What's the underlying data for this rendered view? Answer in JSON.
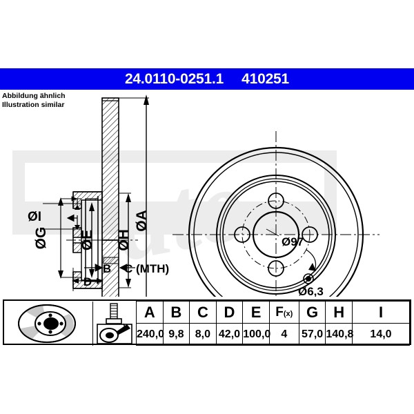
{
  "header": {
    "part_number": "24.0110-0251.1",
    "article_number": "410251",
    "bar_color": "#0000f0",
    "text_color": "#ffffff"
  },
  "note": {
    "line_de": "Abbildung ähnlich",
    "line_en": "Illustration similar"
  },
  "watermark": {
    "text": "ate",
    "registered_mark": "®",
    "color": "#ececec"
  },
  "drawing": {
    "section_view": {
      "labels": [
        {
          "id": "label-oe-i",
          "text": "ØI"
        },
        {
          "id": "label-oe-g",
          "text": "ØG"
        },
        {
          "id": "label-oe-e",
          "text": "ØE"
        },
        {
          "id": "label-oe-h",
          "text": "ØH"
        },
        {
          "id": "label-oe-a",
          "text": "ØA"
        },
        {
          "id": "label-fx",
          "text": "F(x)"
        },
        {
          "id": "label-b",
          "text": "B"
        },
        {
          "id": "label-c-mth",
          "text": "C (MTH)"
        },
        {
          "id": "label-d",
          "text": "D"
        }
      ]
    },
    "face_view": {
      "labels": [
        {
          "id": "label-bolt-circle",
          "text": "Ø97"
        },
        {
          "id": "label-hole-dia",
          "text": "Ø6,3"
        }
      ],
      "bolt_holes": 4
    }
  },
  "table": {
    "row_icons": [
      {
        "name": "brake-disc-icon",
        "label": "brake disc"
      },
      {
        "name": "bolt-and-caliper-icon",
        "label": "mounting bolt and caliper"
      }
    ],
    "headers": [
      "A",
      "B",
      "C",
      "D",
      "E",
      "F",
      "G",
      "H",
      "I"
    ],
    "header_fx_base": "F",
    "header_fx_sub": "(x)",
    "values": [
      "240,0",
      "9,8",
      "8,0",
      "42,0",
      "100,0",
      "4",
      "57,0",
      "140,8",
      "14,0"
    ]
  }
}
